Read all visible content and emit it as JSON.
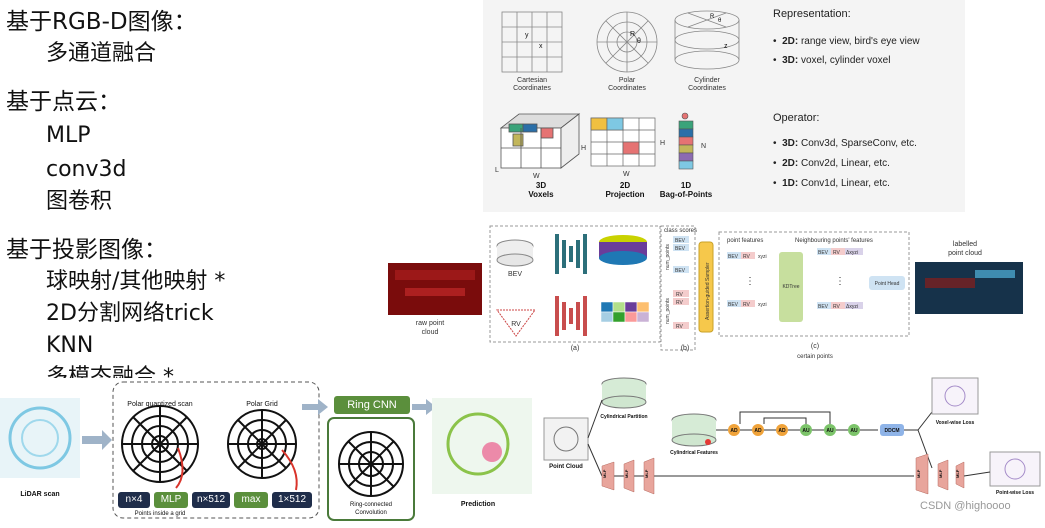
{
  "outline": {
    "rgbd_title": "基于RGB-D图像：",
    "rgbd_items": [
      "多通道融合"
    ],
    "pointcloud_title": "基于点云：",
    "pointcloud_items": [
      "MLP",
      "conv3d",
      "图卷积"
    ],
    "projection_title": "基于投影图像：",
    "projection_items": [
      "球映射/其他映射 *",
      "2D分割网络trick",
      "KNN",
      "多模态融合 *"
    ]
  },
  "representation_panel": {
    "coord_systems": [
      {
        "name": "Cartesian\nCoordinates",
        "line1": "Cartesian",
        "line2": "Coordinates"
      },
      {
        "line1": "Polar",
        "line2": "Coordinates"
      },
      {
        "line1": "Cylinder",
        "line2": "Coordinates"
      }
    ],
    "axis_labels": {
      "x": "x",
      "y": "y",
      "z": "z",
      "r": "R",
      "theta": "θ"
    },
    "representation_heading": "Representation:",
    "representation_items": [
      {
        "bold": "2D:",
        "text": " range view, bird's eye view"
      },
      {
        "bold": "3D:",
        "text": " voxel, cylinder voxel"
      }
    ],
    "operator_heading": "Operator:",
    "operator_items": [
      {
        "bold": "3D:",
        "text": " Conv3d, SparseConv, etc."
      },
      {
        "bold": "2D:",
        "text": " Conv2d, Linear, etc."
      },
      {
        "bold": "1D:",
        "text": " Conv1d, Linear, etc."
      }
    ],
    "structures": [
      {
        "line1": "3D",
        "line2": "Voxels"
      },
      {
        "line1": "2D",
        "line2": "Projection"
      },
      {
        "line1": "1D",
        "line2": "Bag-of-Points"
      }
    ],
    "dim_labels": {
      "L": "L",
      "W": "W",
      "H": "H",
      "N": "N",
      "r": "r"
    }
  },
  "pipeline_panel": {
    "input_label_1": "raw point",
    "input_label_2": "cloud",
    "bev": "BEV",
    "rv": "RV",
    "class_scores": "class scores",
    "num_points": "num_points",
    "sampler": "Assertion-guided Sampler",
    "point_features": "point features",
    "neighbour_features": "Neighbouring points' features",
    "kdtree": "KDTree",
    "point_head": "Point Head",
    "output_label_1": "labelled",
    "output_label_2": "point cloud",
    "xyzi": "xyzi",
    "dxyzi": "Δxyzi",
    "dots": "⋮",
    "sub_a": "(a)",
    "sub_b": "(b)",
    "sub_c": "(c)",
    "certain_points": "certain points"
  },
  "polarnet_panel": {
    "lidar_scan": "LiDAR scan",
    "polar_quantized": "Polar quantized scan",
    "polar_grid": "Polar Grid",
    "ring_cnn": "Ring CNN",
    "ring_connected_1": "Ring-connected",
    "ring_connected_2": "Convolution",
    "prediction": "Prediction",
    "points_inside": "Points inside a grid",
    "ops": [
      "n×4",
      "MLP",
      "n×512",
      "max",
      "1×512"
    ]
  },
  "cylinder_panel": {
    "point_cloud": "Point Cloud",
    "cylindrical_partition": "Cylindrical Partition",
    "cylindrical_features": "Cylindrical Features",
    "mlp": "MLP",
    "ad": "AD",
    "au": "AU",
    "ddcm": "DDCM",
    "voxel_loss": "Voxel-wise Loss",
    "point_loss": "Point-wise Loss",
    "watermark": "CSDN @highoooo"
  },
  "colors": {
    "red_pill": "#e8a59c",
    "green_pill": "#5b8f3c",
    "ad_orange": "#f0a33a",
    "au_green": "#7cc46a",
    "ddcm_blue": "#8fb4e8",
    "teal": "#2c6f7a"
  }
}
